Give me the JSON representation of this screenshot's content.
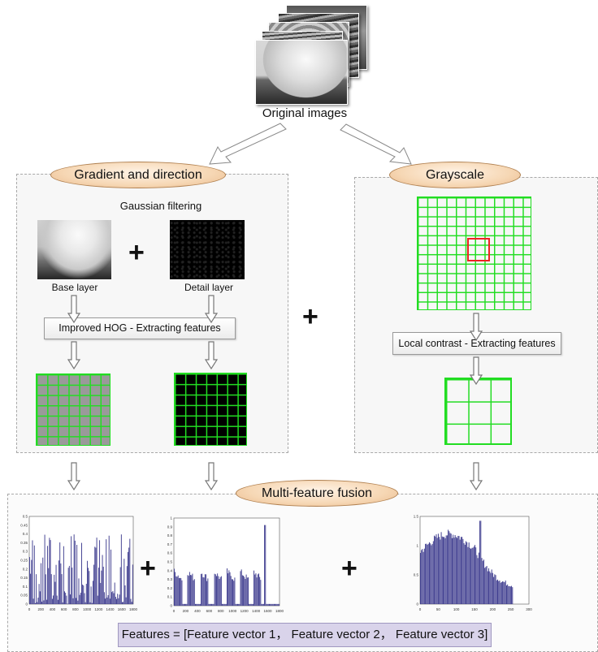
{
  "top": {
    "caption": "Original images"
  },
  "left_panel": {
    "title": "Gradient and direction",
    "filter_label": "Gaussian filtering",
    "base_label": "Base layer",
    "detail_label": "Detail layer",
    "hog_label": "Improved HOG - Extracting features"
  },
  "right_panel": {
    "title": "Grayscale",
    "contrast_label": "Local contrast - Extracting features"
  },
  "fusion": {
    "title": "Multi-feature fusion",
    "formula": "Features = [Feature vector 1， Feature vector 2， Feature vector 3]"
  },
  "operators": {
    "plus": "+"
  },
  "colors": {
    "bar": "#3d3b8e",
    "grid": "#22dd22",
    "highlight": "#ee2222",
    "formula_bg": "#d9d3ea"
  },
  "chart_data": [
    {
      "type": "bar",
      "x_ticks": [
        "0",
        "200",
        "400",
        "600",
        "800",
        "1000",
        "1200",
        "1400",
        "1600",
        "1800"
      ],
      "y_ticks": [
        "0",
        "0.05",
        "0.1",
        "0.15",
        "0.2",
        "0.25",
        "0.3",
        "0.35",
        "0.4",
        "0.45",
        "0.5"
      ],
      "xlim": [
        0,
        1800
      ],
      "ylim": [
        0,
        0.5
      ]
    },
    {
      "type": "bar",
      "x_ticks": [
        "0",
        "200",
        "400",
        "600",
        "800",
        "1000",
        "1200",
        "1400",
        "1600",
        "1800"
      ],
      "y_ticks": [
        "0",
        "0.1",
        "0.2",
        "0.3",
        "0.4",
        "0.5",
        "0.6",
        "0.7",
        "0.8",
        "0.9",
        "1"
      ],
      "xlim": [
        0,
        1800
      ],
      "ylim": [
        0,
        1
      ]
    },
    {
      "type": "bar",
      "x_ticks": [
        "0",
        "50",
        "100",
        "150",
        "200",
        "250",
        "300"
      ],
      "y_ticks": [
        "0",
        "0.5",
        "1",
        "1.5"
      ],
      "xlim": [
        0,
        300
      ],
      "ylim": [
        0,
        1.5
      ]
    }
  ]
}
